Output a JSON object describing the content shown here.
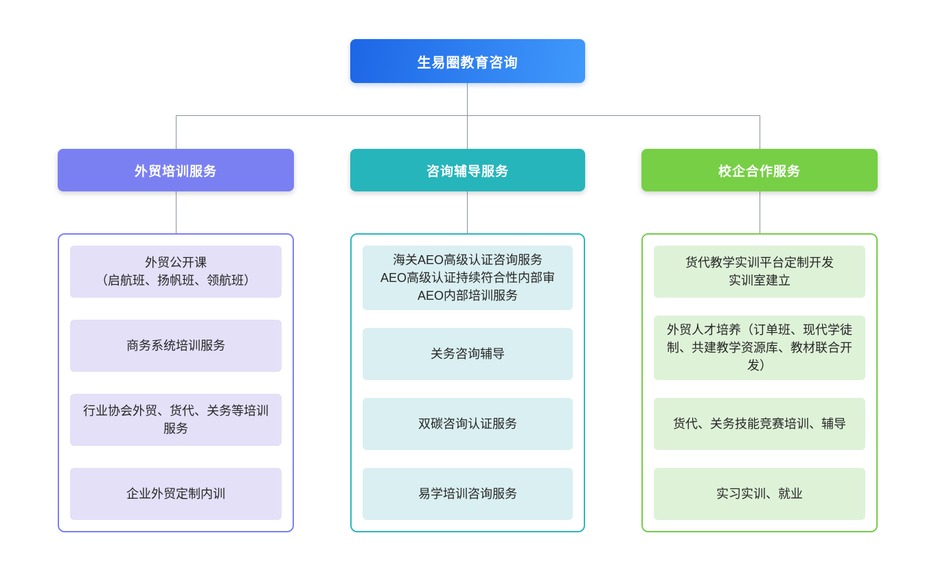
{
  "root": {
    "label": "生易圈教育咨询",
    "gradient_from": "#1d66e6",
    "gradient_to": "#4099fb"
  },
  "connector_color": "#8a919e",
  "branches": [
    {
      "label": "外贸培训服务",
      "header_color": "#7a80f2",
      "border_color": "#7b80f1",
      "item_bg": "#e3e0f8",
      "items": [
        "外贸公开课\n（启航班、扬帆班、领航班）",
        "商务系统培训服务",
        "行业协会外贸、货代、关务等培训服务",
        "企业外贸定制内训"
      ]
    },
    {
      "label": "咨询辅导服务",
      "header_color": "#26b5bb",
      "border_color": "#2cb6bd",
      "item_bg": "#daeff1",
      "items": [
        "海关AEO高级认证咨询服务\nAEO高级认证持续符合性内部审\nAEO内部培训服务",
        "关务咨询辅导",
        "双碳咨询认证服务",
        "易学培训咨询服务"
      ]
    },
    {
      "label": "校企合作服务",
      "header_color": "#77cf45",
      "border_color": "#74cd48",
      "item_bg": "#def2d8",
      "items": [
        "货代教学实训平台定制开发\n实训室建立",
        "外贸人才培养（订单班、现代学徒制、共建教学资源库、教材联合开发）",
        "货代、关务技能竞赛培训、辅导",
        "实习实训、就业"
      ]
    }
  ]
}
